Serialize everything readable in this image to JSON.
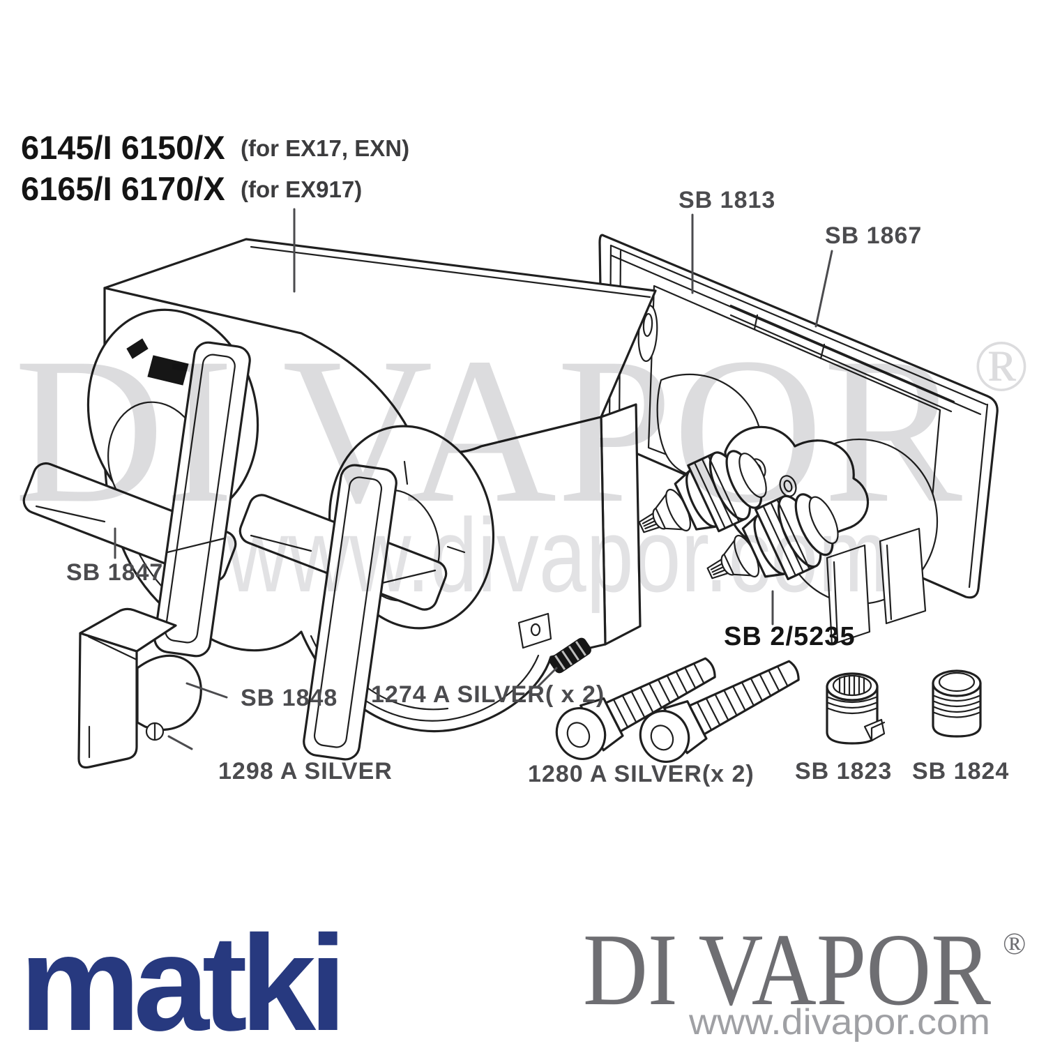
{
  "document": {
    "type": "spare-parts-exploded-diagram",
    "brand": "matki",
    "distributor": "DI VAPOR",
    "distributor_reg": "®",
    "distributor_url": "www.divapor.com"
  },
  "title": {
    "line1_code": "6145/I 6150/X",
    "line1_note": "(for EX17, EXN)",
    "line2_code": "6165/I 6170/X",
    "line2_note": "(for EX917)"
  },
  "parts": {
    "sb1813": "SB 1813",
    "sb1867": "SB 1867",
    "sb1847": "SB 1847",
    "sb1848": "SB 1848",
    "s1298": "1298 A SILVER",
    "s1274": "1274 A SILVER( x 2)",
    "s1280": "1280 A SILVER(x 2)",
    "sb25235": "SB 2/5235",
    "sb1823": "SB 1823",
    "sb1824": "SB 1824"
  },
  "watermark": {
    "big": "DI VAPOR",
    "reg": "®",
    "url": "www.divapor.com"
  },
  "footer": {
    "matki_logo": "matki",
    "divapor_logo": "DI VAPOR",
    "divapor_reg": "®",
    "divapor_url": "www.divapor.com"
  },
  "colors": {
    "matki_blue": "#27397f",
    "divapor_gray": "#6e6e72",
    "url_gray": "#9fa0a4",
    "line_black": "#1f1f1f",
    "label_gray": "#4b4b4e",
    "watermark_gray": "#dcdcde"
  }
}
